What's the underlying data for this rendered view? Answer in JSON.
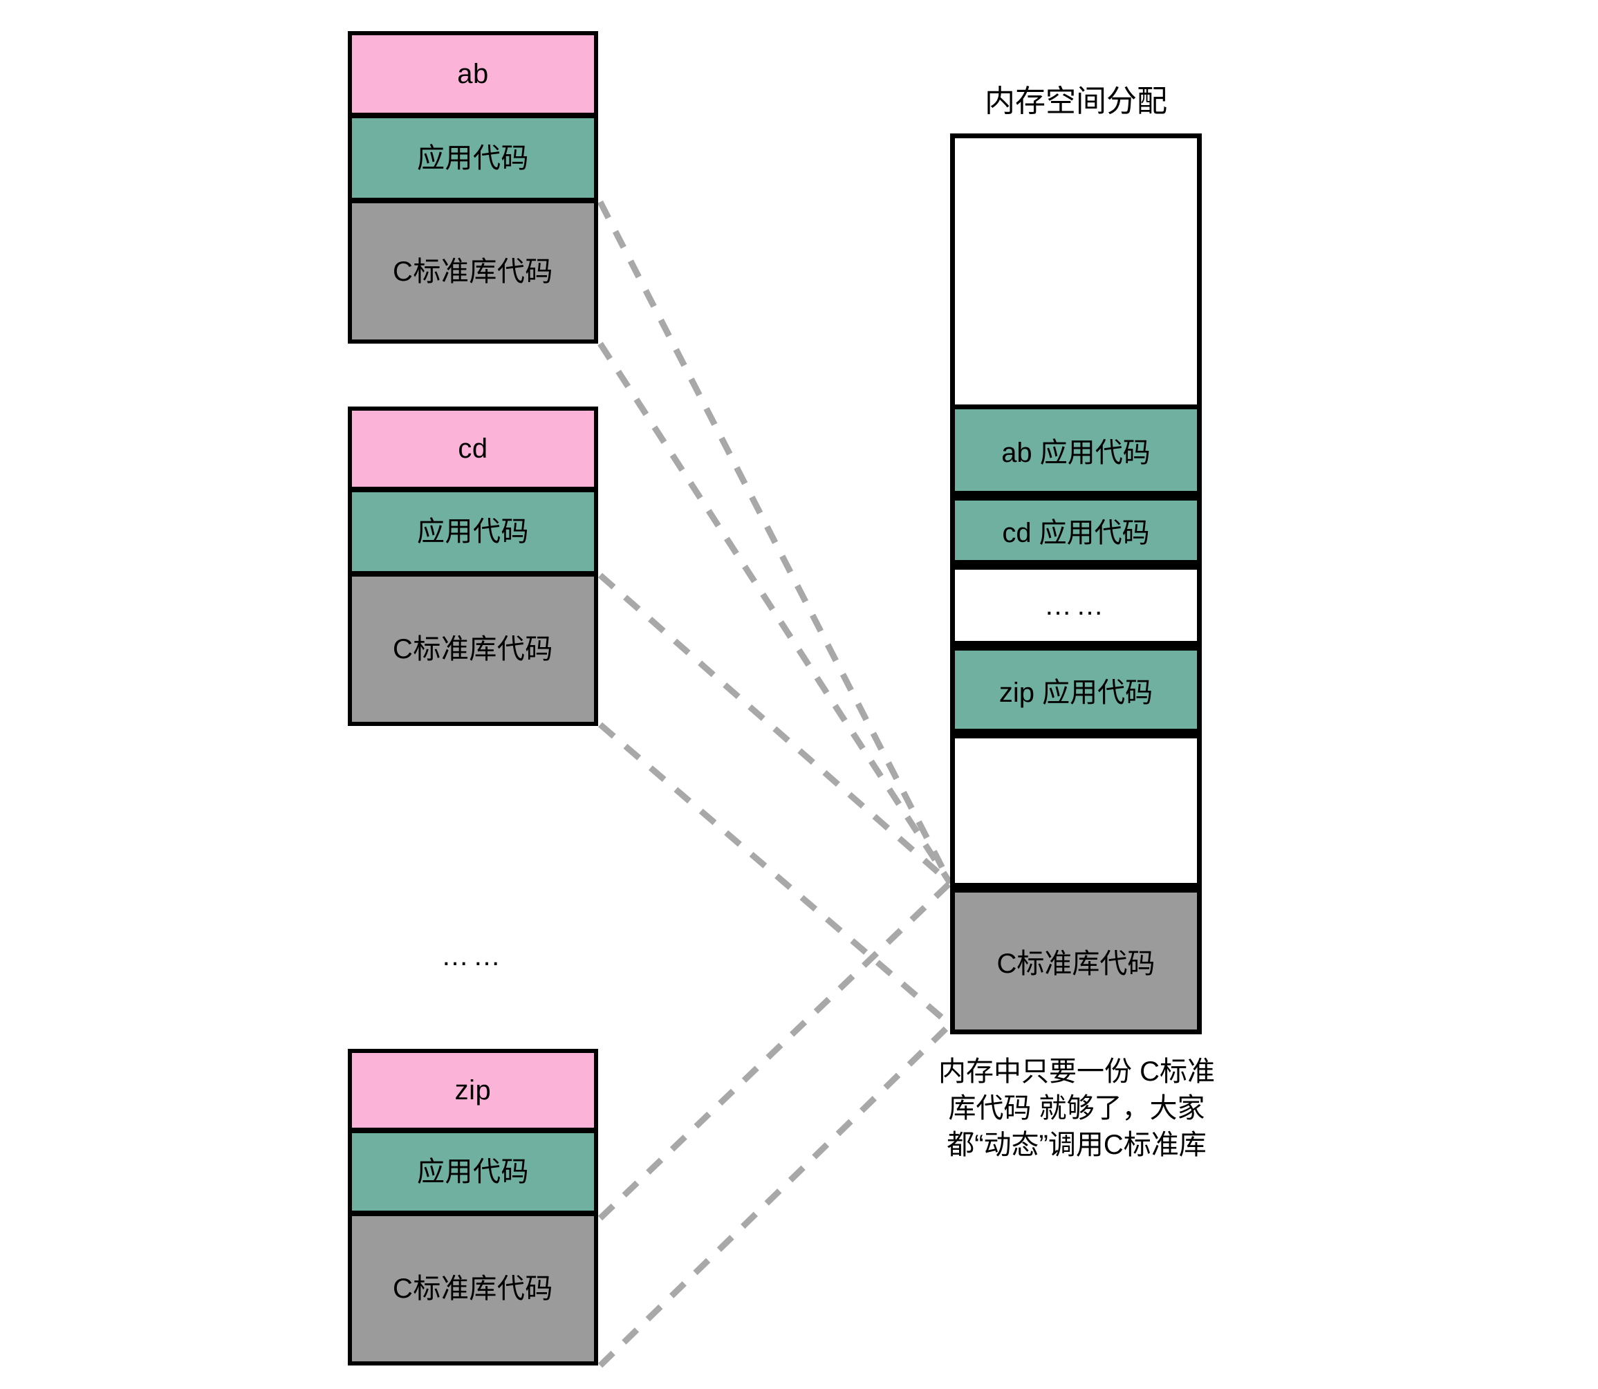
{
  "diagram": {
    "title": "内存空间分配",
    "programs": [
      {
        "id": "ab",
        "name_label": "ab",
        "app_label": "应用代码",
        "lib_label": "C标准库代码"
      },
      {
        "id": "cd",
        "name_label": "cd",
        "app_label": "应用代码",
        "lib_label": "C标准库代码"
      },
      {
        "id": "zip",
        "name_label": "zip",
        "app_label": "应用代码",
        "lib_label": "C标准库代码"
      }
    ],
    "programs_ellipsis": "……",
    "memory": {
      "title": "内存空间分配",
      "segments": [
        {
          "kind": "free",
          "label": ""
        },
        {
          "kind": "app",
          "label": "ab 应用代码"
        },
        {
          "kind": "app",
          "label": "cd 应用代码"
        },
        {
          "kind": "gap",
          "label": "……"
        },
        {
          "kind": "app",
          "label": "zip 应用代码"
        },
        {
          "kind": "free",
          "label": ""
        },
        {
          "kind": "lib",
          "label": "C标准库代码"
        }
      ],
      "caption_lines": [
        "内存中只要一份 C标准",
        "库代码 就够了，大家",
        "都“动态”调用C标准库"
      ],
      "caption_full": "内存中只要一份 C标准库代码 就够了，大家都“动态”调用C标准库"
    },
    "colors": {
      "program_name": "#fbb3d7",
      "app_code": "#6fb0a0",
      "lib_code": "#9b9b9b",
      "outline": "#000000",
      "connector": "#a8a8a8",
      "background": "#ffffff"
    }
  }
}
